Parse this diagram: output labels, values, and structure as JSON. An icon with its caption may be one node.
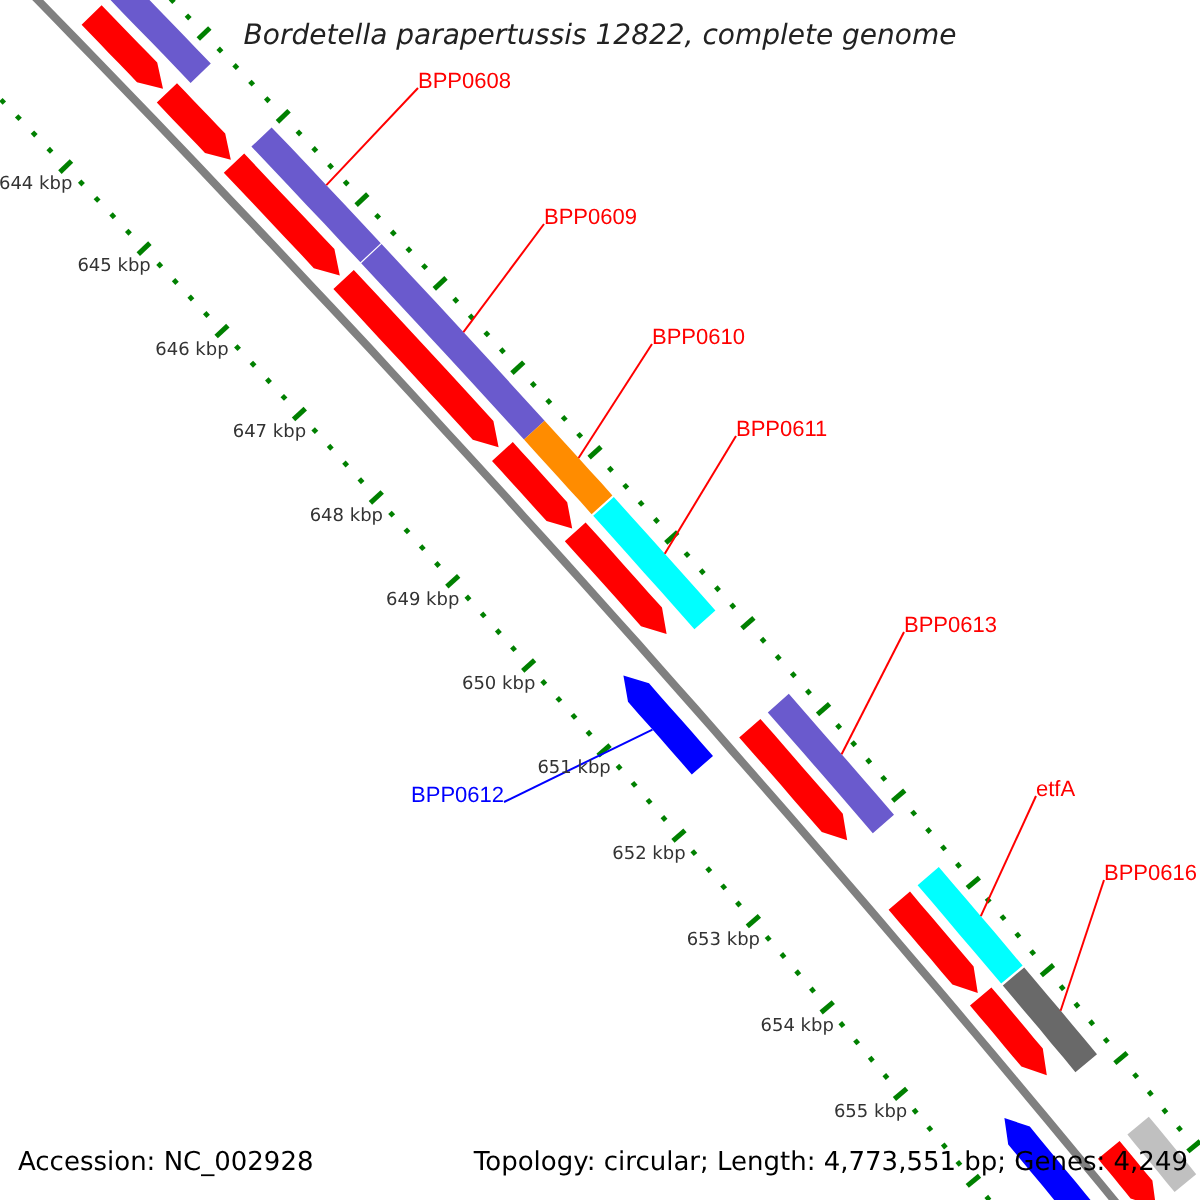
{
  "diagram": {
    "title": "Bordetella parapertussis 12822, complete genome",
    "nodes": [
      {
        "text": [
          "BPP0608"
        ]
      },
      {
        "text": [],
        "shape": "bar"
      },
      {
        "text": [
          "BPP0609"
        ]
      },
      {
        "text": [],
        "shape": "bar"
      },
      {
        "text": [
          "BPP0610"
        ]
      },
      {
        "text": [],
        "shape": "bar"
      },
      {
        "text": [
          "BPP0611"
        ]
      },
      {
        "text": [],
        "shape": "bar"
      },
      {
        "text": [
          "BPP0612"
        ]
      },
      {
        "text": [],
        "shape": "arrow"
      },
      {
        "text": [
          "BPP0613"
        ]
      },
      {
        "text": [],
        "shape": "bar"
      },
      {
        "text": [
          "etfA"
        ]
      },
      {
        "text": [],
        "shape": "bar"
      },
      {
        "text": [
          "BPP0616"
        ]
      },
      {
        "text": [],
        "shape": "bar"
      },
      {
        "text": [],
        "shape": "bar"
      },
      {
        "text": [],
        "shape": "arrow"
      },
      {
        "text": [],
        "shape": "arrow"
      },
      {
        "text": [],
        "shape": "arrow"
      },
      {
        "text": [],
        "shape": "arrow"
      },
      {
        "text": [],
        "shape": "arrow"
      },
      {
        "text": [],
        "shape": "arrow"
      },
      {
        "text": [],
        "shape": "arrow"
      },
      {
        "text": [],
        "shape": "arrow"
      },
      {
        "text": [],
        "shape": "arrow"
      },
      {
        "text": [],
        "shape": "arrow"
      },
      {
        "text": [],
        "shape": "arrow"
      },
      {
        "text": [],
        "shape": "bar"
      }
    ],
    "edges": [
      {
        "from": 0,
        "to": 1,
        "arrow": "none"
      },
      {
        "from": 2,
        "to": 3,
        "arrow": "none"
      },
      {
        "from": 4,
        "to": 5,
        "arrow": "none"
      },
      {
        "from": 6,
        "to": 7,
        "arrow": "none"
      },
      {
        "from": 8,
        "to": 9,
        "arrow": "none",
        "color": "#0000ff"
      },
      {
        "from": 10,
        "to": 11,
        "arrow": "none"
      },
      {
        "from": 12,
        "to": 13,
        "arrow": "none"
      },
      {
        "from": 14,
        "to": 15,
        "arrow": "none"
      }
    ],
    "labels": [
      "644 kbp",
      "645 kbp",
      "646 kbp",
      "647 kbp",
      "648 kbp",
      "649 kbp",
      "650 kbp",
      "651 kbp",
      "652 kbp",
      "653 kbp",
      "654 kbp",
      "655 kbp",
      "Accession: NC_002928",
      "Topology: circular; Length: 4,773,551 bp; Genes: 4,249"
    ]
  }
}
